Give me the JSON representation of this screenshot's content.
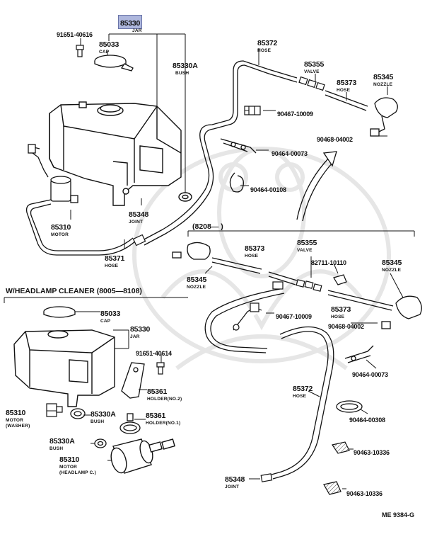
{
  "diagram": {
    "highlight_part": {
      "number": "85330",
      "name": "JAR"
    },
    "callouts": [
      {
        "id": "c1",
        "number": "91651-40616",
        "name": ""
      },
      {
        "id": "c2",
        "number": "85033",
        "name": "CAP"
      },
      {
        "id": "c3",
        "number": "85330A",
        "name": "BUSH"
      },
      {
        "id": "c4",
        "number": "85372",
        "name": "HOSE"
      },
      {
        "id": "c5",
        "number": "85355",
        "name": "VALVE"
      },
      {
        "id": "c6",
        "number": "85373",
        "name": "HOSE"
      },
      {
        "id": "c7",
        "number": "85345",
        "name": "NOZZLE"
      },
      {
        "id": "c8",
        "number": "90467-10009",
        "name": ""
      },
      {
        "id": "c9",
        "number": "90468-04002",
        "name": ""
      },
      {
        "id": "c10",
        "number": "90464-00073",
        "name": ""
      },
      {
        "id": "c11",
        "number": "90464-00108",
        "name": ""
      },
      {
        "id": "c12",
        "number": "85348",
        "name": "JOINT"
      },
      {
        "id": "c13",
        "number": "85310",
        "name": "MOTOR"
      },
      {
        "id": "c14",
        "number": "85371",
        "name": "HOSE"
      },
      {
        "id": "c15",
        "number": "85373",
        "name": "HOSE"
      },
      {
        "id": "c16",
        "number": "85355",
        "name": "VALVE"
      },
      {
        "id": "c17",
        "number": "85345",
        "name": "NOZZLE"
      },
      {
        "id": "c18",
        "number": "82711-10110",
        "name": ""
      },
      {
        "id": "c19",
        "number": "85345",
        "name": "NOZZLE"
      },
      {
        "id": "c20",
        "number": "90467-10009",
        "name": ""
      },
      {
        "id": "c21",
        "number": "85373",
        "name": "HOSE"
      },
      {
        "id": "c22",
        "number": "90468-04002",
        "name": ""
      },
      {
        "id": "c23",
        "number": "85033",
        "name": "CAP"
      },
      {
        "id": "c24",
        "number": "85330",
        "name": "JAR"
      },
      {
        "id": "c25",
        "number": "91651-40614",
        "name": ""
      },
      {
        "id": "c26",
        "number": "85361",
        "name": "HOLDER(NO.2)"
      },
      {
        "id": "c27",
        "number": "85310",
        "name": "MOTOR"
      },
      {
        "id": "c27b",
        "number": "",
        "name": "(WASHER)"
      },
      {
        "id": "c28",
        "number": "85330A",
        "name": "BUSH"
      },
      {
        "id": "c29",
        "number": "85361",
        "name": "HOLDER(NO.1)"
      },
      {
        "id": "c30",
        "number": "85330A",
        "name": "BUSH"
      },
      {
        "id": "c31",
        "number": "85310",
        "name": "MOTOR"
      },
      {
        "id": "c31b",
        "number": "",
        "name": "(HEADLAMP C.)"
      },
      {
        "id": "c32",
        "number": "90464-00073",
        "name": ""
      },
      {
        "id": "c33",
        "number": "85372",
        "name": "HOSE"
      },
      {
        "id": "c34",
        "number": "90464-00308",
        "name": ""
      },
      {
        "id": "c35",
        "number": "90463-10336",
        "name": ""
      },
      {
        "id": "c36",
        "number": "85348",
        "name": "JOINT"
      },
      {
        "id": "c37",
        "number": "90463-10336",
        "name": ""
      }
    ],
    "section_date": "(8208—        )",
    "section_headlamp": "W/HEADLAMP CLEANER (8005—8108)",
    "figure_code": "ME 9384-G",
    "colors": {
      "ink": "#111111",
      "highlight": "#aeb7dd",
      "watermark": "#e4e4e4"
    }
  }
}
